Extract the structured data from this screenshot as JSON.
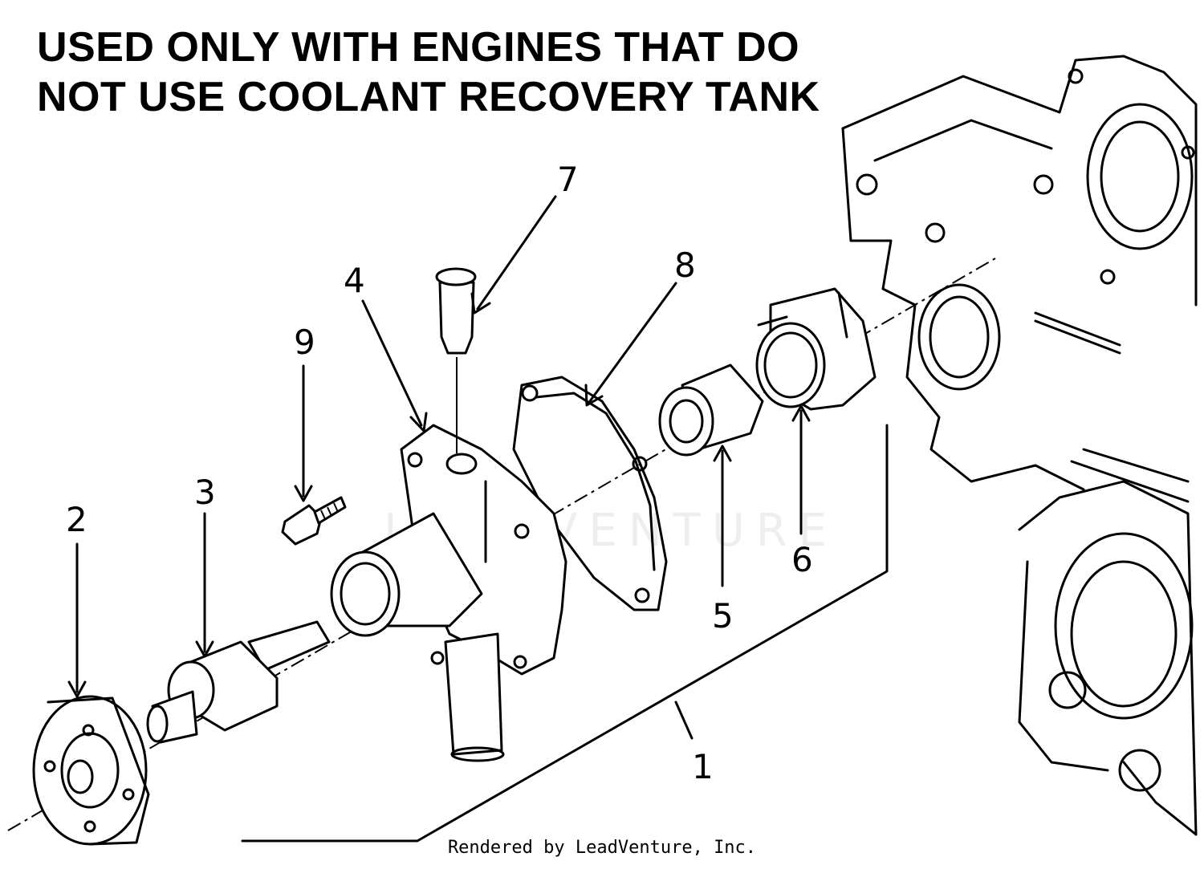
{
  "heading": {
    "line1": "USED ONLY WITH ENGINES THAT DO",
    "line2": "NOT USE COOLANT RECOVERY TANK"
  },
  "callouts": [
    "1",
    "2",
    "3",
    "4",
    "5",
    "6",
    "7",
    "8",
    "9"
  ],
  "watermark": "LEADVENTURE",
  "footer": "Rendered by LeadVenture, Inc."
}
